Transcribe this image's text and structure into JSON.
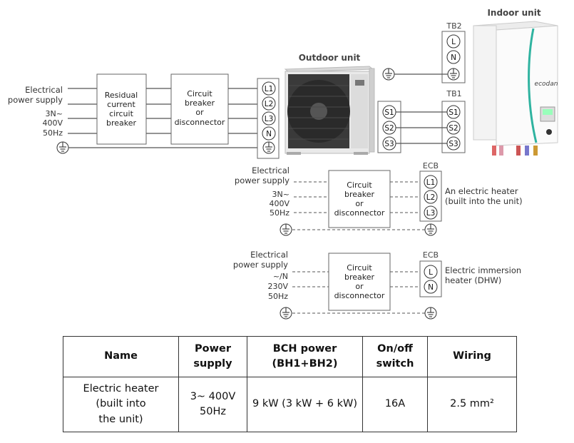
{
  "headers": {
    "indoor_unit": "Indoor unit",
    "outdoor_unit": "Outdoor unit",
    "tb1": "TB1",
    "tb2": "TB2",
    "ecb_top": "ECB",
    "ecb_bottom": "ECB"
  },
  "main_supply": {
    "label_line1": "Electrical",
    "label_line2": "power supply",
    "phase": "3N~",
    "voltage": "400V",
    "freq": "50Hz"
  },
  "rcd_box": [
    "Residual",
    "current",
    "circuit",
    "breaker"
  ],
  "cb_box": [
    "Circuit",
    "breaker",
    "or",
    "disconnector"
  ],
  "outdoor_terminals": [
    "L1",
    "L2",
    "L3",
    "N"
  ],
  "tb2_terminals": [
    "L",
    "N"
  ],
  "signal_terminals": [
    "S1",
    "S2",
    "S3"
  ],
  "heater_supply": {
    "label_line1": "Electrical",
    "label_line2": "power supply",
    "phase": "3N~",
    "voltage": "400V",
    "freq": "50Hz",
    "box": [
      "Circuit",
      "breaker",
      "or",
      "disconnector"
    ],
    "terminals": [
      "L1",
      "L2",
      "L3"
    ],
    "desc_line1": "An electric heater",
    "desc_line2": "(built into the unit)"
  },
  "immersion_supply": {
    "label_line1": "Electrical",
    "label_line2": "power supply",
    "phase": "~/N",
    "voltage": "230V",
    "freq": "50Hz",
    "box": [
      "Circuit",
      "breaker",
      "or",
      "disconnector"
    ],
    "terminals": [
      "L",
      "N"
    ],
    "desc_line1": "Electric immersion",
    "desc_line2": "heater (DHW)"
  },
  "indoor_brand": "ecodan",
  "table": {
    "headers": [
      [
        "Name"
      ],
      [
        "Power",
        "supply"
      ],
      [
        "BCH power",
        "(BH1+BH2)"
      ],
      [
        "On/off",
        "switch"
      ],
      [
        "Wiring"
      ]
    ],
    "row": [
      [
        "Electric heater",
        "(built into",
        "the unit)"
      ],
      [
        "3~ 400V",
        "50Hz"
      ],
      [
        "9 kW (3 kW + 6 kW)"
      ],
      [
        "16A"
      ],
      [
        "2.5 mm²"
      ]
    ]
  },
  "colors": {
    "line": "#555555",
    "box_border": "#666666",
    "accent": "#2fb3a0"
  }
}
